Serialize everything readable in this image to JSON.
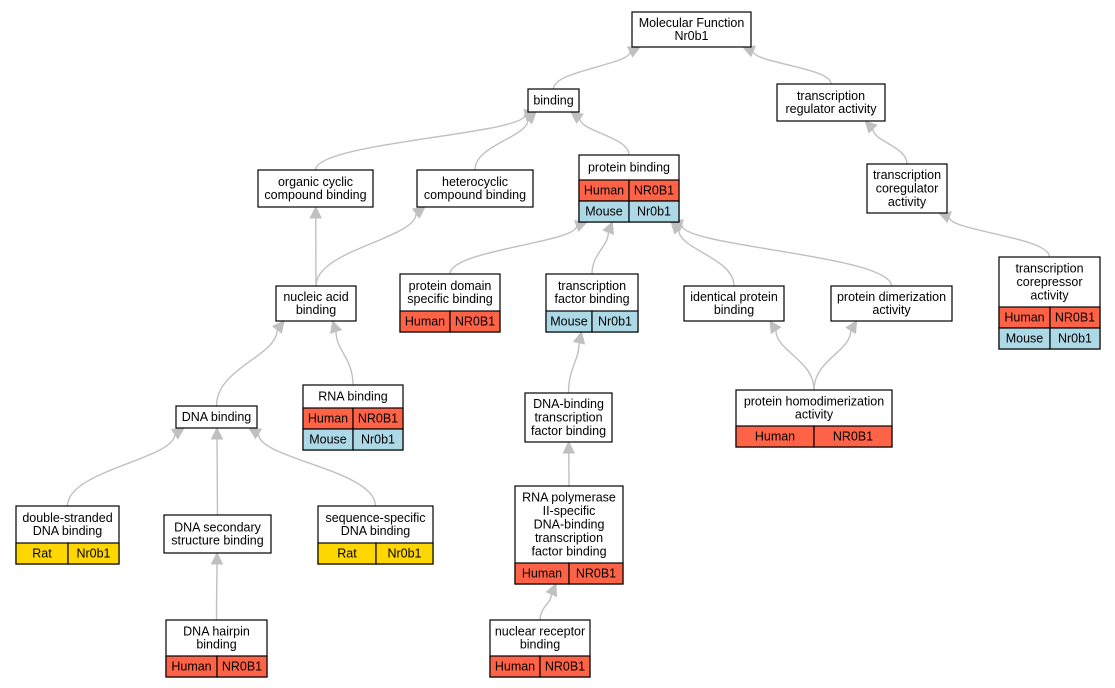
{
  "colors": {
    "Human": "#ff6347",
    "Mouse": "#add8e6",
    "Rat": "#ffd700",
    "edge": "#c0c0c0"
  },
  "nodes": [
    {
      "id": "mf",
      "lines": [
        "Molecular Function",
        "Nr0b1"
      ],
      "rows": []
    },
    {
      "id": "binding",
      "lines": [
        "binding"
      ],
      "rows": []
    },
    {
      "id": "trans-reg",
      "lines": [
        "transcription",
        "regulator activity"
      ],
      "rows": []
    },
    {
      "id": "organic-cyclic",
      "lines": [
        "organic cyclic",
        "compound binding"
      ],
      "rows": []
    },
    {
      "id": "heterocyclic",
      "lines": [
        "heterocyclic",
        "compound binding"
      ],
      "rows": []
    },
    {
      "id": "protein-binding",
      "lines": [
        "protein binding"
      ],
      "rows": [
        {
          "species": "Human",
          "gene": "NR0B1"
        },
        {
          "species": "Mouse",
          "gene": "Nr0b1"
        }
      ]
    },
    {
      "id": "trans-coreg",
      "lines": [
        "transcription",
        "coregulator",
        "activity"
      ],
      "rows": []
    },
    {
      "id": "nucleic-acid",
      "lines": [
        "nucleic acid",
        "binding"
      ],
      "rows": []
    },
    {
      "id": "protein-domain",
      "lines": [
        "protein domain",
        "specific binding"
      ],
      "rows": [
        {
          "species": "Human",
          "gene": "NR0B1"
        }
      ]
    },
    {
      "id": "tf-binding",
      "lines": [
        "transcription",
        "factor binding"
      ],
      "rows": [
        {
          "species": "Mouse",
          "gene": "Nr0b1"
        }
      ]
    },
    {
      "id": "identical-protein",
      "lines": [
        "identical protein",
        "binding"
      ],
      "rows": []
    },
    {
      "id": "protein-dimer",
      "lines": [
        "protein dimerization",
        "activity"
      ],
      "rows": []
    },
    {
      "id": "trans-corepressor",
      "lines": [
        "transcription",
        "corepressor",
        "activity"
      ],
      "rows": [
        {
          "species": "Human",
          "gene": "NR0B1"
        },
        {
          "species": "Mouse",
          "gene": "Nr0b1"
        }
      ]
    },
    {
      "id": "rna-binding",
      "lines": [
        "RNA binding"
      ],
      "rows": [
        {
          "species": "Human",
          "gene": "NR0B1"
        },
        {
          "species": "Mouse",
          "gene": "Nr0b1"
        }
      ]
    },
    {
      "id": "dna-binding",
      "lines": [
        "DNA binding"
      ],
      "rows": []
    },
    {
      "id": "dna-binding-tf",
      "lines": [
        "DNA-binding",
        "transcription",
        "factor binding"
      ],
      "rows": []
    },
    {
      "id": "protein-homodimer",
      "lines": [
        "protein homodimerization",
        "activity"
      ],
      "rows": [
        {
          "species": "Human",
          "gene": "NR0B1"
        }
      ]
    },
    {
      "id": "ds-dna",
      "lines": [
        "double-stranded",
        "DNA binding"
      ],
      "rows": [
        {
          "species": "Rat",
          "gene": "Nr0b1"
        }
      ]
    },
    {
      "id": "dna-secondary",
      "lines": [
        "DNA secondary",
        "structure binding"
      ],
      "rows": []
    },
    {
      "id": "seq-specific",
      "lines": [
        "sequence-specific",
        "DNA binding"
      ],
      "rows": [
        {
          "species": "Rat",
          "gene": "Nr0b1"
        }
      ]
    },
    {
      "id": "rna-pol",
      "lines": [
        "RNA polymerase",
        "II-specific",
        "DNA-binding",
        "transcription",
        "factor binding"
      ],
      "rows": [
        {
          "species": "Human",
          "gene": "NR0B1"
        }
      ]
    },
    {
      "id": "dna-hairpin",
      "lines": [
        "DNA hairpin",
        "binding"
      ],
      "rows": [
        {
          "species": "Human",
          "gene": "NR0B1"
        }
      ]
    },
    {
      "id": "nuclear-receptor",
      "lines": [
        "nuclear receptor",
        "binding"
      ],
      "rows": [
        {
          "species": "Human",
          "gene": "NR0B1"
        }
      ]
    }
  ],
  "edges": [
    [
      "binding",
      "mf"
    ],
    [
      "trans-reg",
      "mf"
    ],
    [
      "organic-cyclic",
      "binding"
    ],
    [
      "heterocyclic",
      "binding"
    ],
    [
      "protein-binding",
      "binding"
    ],
    [
      "trans-coreg",
      "trans-reg"
    ],
    [
      "nucleic-acid",
      "organic-cyclic"
    ],
    [
      "nucleic-acid",
      "heterocyclic"
    ],
    [
      "protein-domain",
      "protein-binding"
    ],
    [
      "tf-binding",
      "protein-binding"
    ],
    [
      "identical-protein",
      "protein-binding"
    ],
    [
      "protein-dimer",
      "protein-binding"
    ],
    [
      "trans-corepressor",
      "trans-coreg"
    ],
    [
      "rna-binding",
      "nucleic-acid"
    ],
    [
      "dna-binding",
      "nucleic-acid"
    ],
    [
      "dna-binding-tf",
      "tf-binding"
    ],
    [
      "protein-homodimer",
      "identical-protein"
    ],
    [
      "protein-homodimer",
      "protein-dimer"
    ],
    [
      "ds-dna",
      "dna-binding"
    ],
    [
      "dna-secondary",
      "dna-binding"
    ],
    [
      "seq-specific",
      "dna-binding"
    ],
    [
      "rna-pol",
      "dna-binding-tf"
    ],
    [
      "dna-hairpin",
      "dna-secondary"
    ],
    [
      "nuclear-receptor",
      "rna-pol"
    ]
  ]
}
